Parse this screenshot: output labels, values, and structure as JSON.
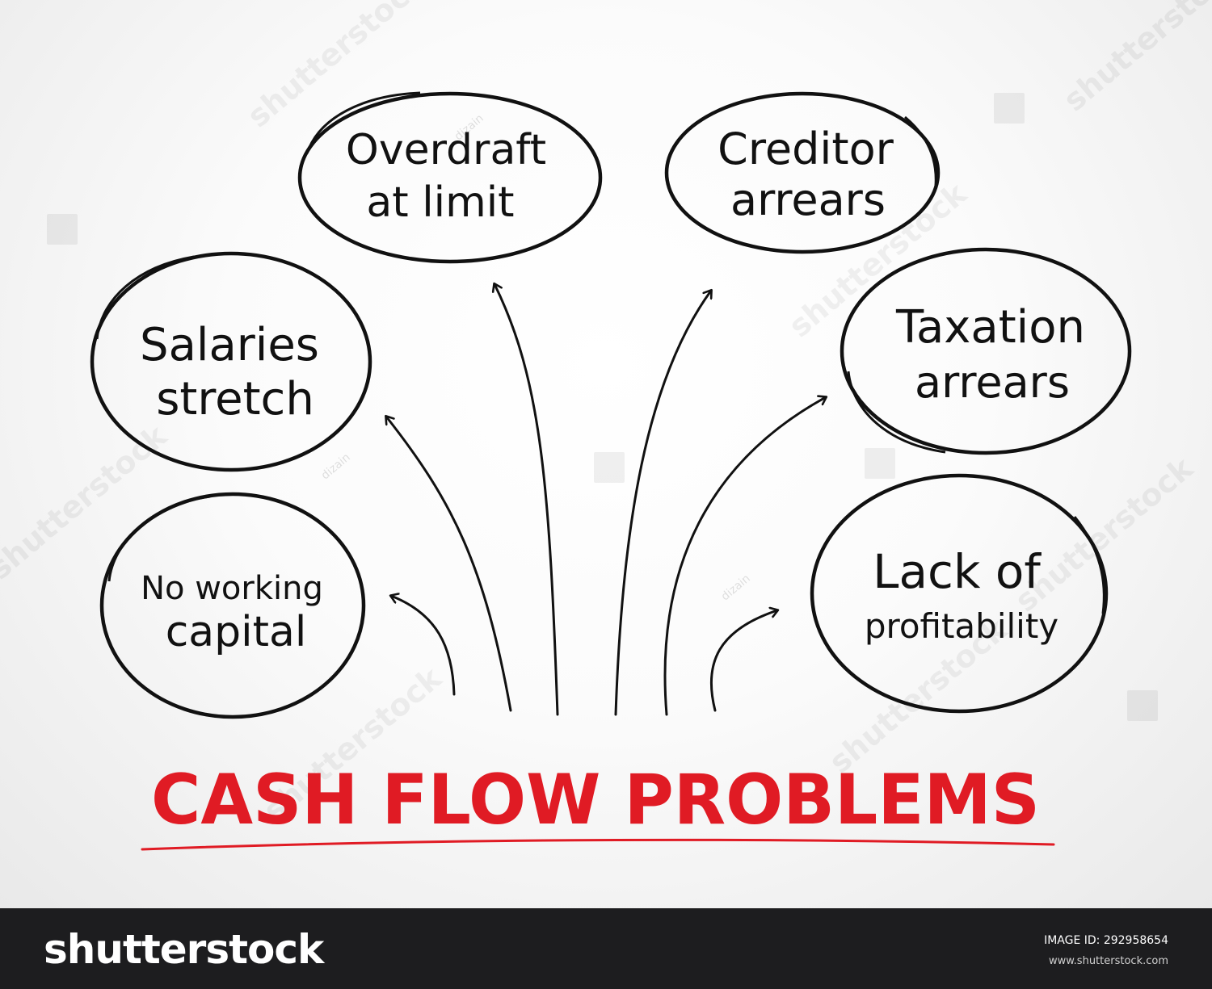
{
  "diagram": {
    "title": "CASH FLOW PROBLEMS",
    "nodes": [
      {
        "id": "overdraft",
        "lines": [
          "Overdraft",
          "at limit"
        ]
      },
      {
        "id": "creditor",
        "lines": [
          "Creditor",
          "arrears"
        ]
      },
      {
        "id": "salaries",
        "lines": [
          "Salaries",
          "stretch"
        ]
      },
      {
        "id": "taxation",
        "lines": [
          "Taxation",
          "arrears"
        ]
      },
      {
        "id": "working-capital",
        "lines": [
          "No working",
          "capital"
        ]
      },
      {
        "id": "profitability",
        "lines": [
          "Lack of",
          "profitability"
        ]
      }
    ],
    "colors": {
      "ink": "#111111",
      "accent": "#e01b24"
    }
  },
  "watermark": {
    "brand": "shutterstock",
    "contributor": "dizain"
  },
  "footer": {
    "brand": "shutterstock",
    "image_id_label": "IMAGE ID: 292958654",
    "url": "www.shutterstock.com"
  }
}
